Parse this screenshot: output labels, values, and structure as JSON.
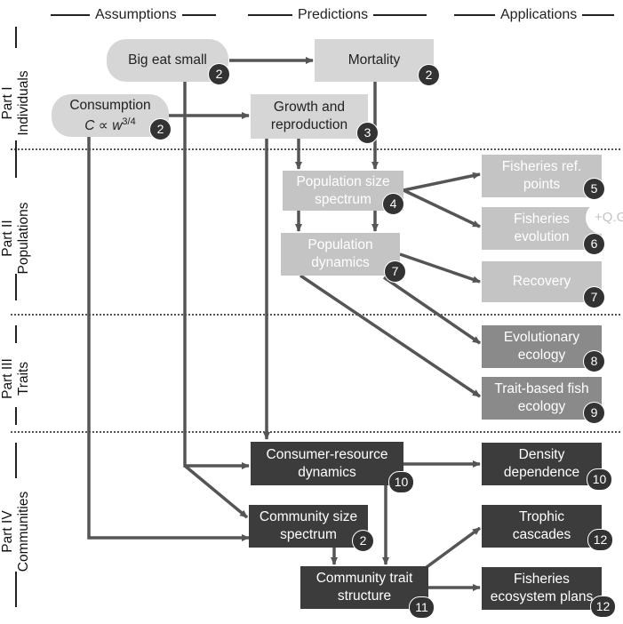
{
  "headers": {
    "assumptions": "Assumptions",
    "predictions": "Predictions",
    "applications": "Applications"
  },
  "parts": [
    {
      "name": "Part I",
      "subtitle": "Individuals"
    },
    {
      "name": "Part II",
      "subtitle": "Populations"
    },
    {
      "name": "Part III",
      "subtitle": "Traits"
    },
    {
      "name": "Part IV",
      "subtitle": "Communities"
    }
  ],
  "nodes": {
    "big_eat_small": {
      "label": "Big eat small",
      "chapter": "2"
    },
    "consumption": {
      "label": "Consumption",
      "formula_c": "C",
      "formula_prop": " ∝ ",
      "formula_w": "w",
      "formula_exp": "3/4",
      "chapter": "2"
    },
    "mortality": {
      "label": "Mortality",
      "chapter": "2"
    },
    "growth": {
      "label_line1": "Growth and",
      "label_line2": "reproduction",
      "chapter": "3"
    },
    "pop_size_spectrum": {
      "label_line1": "Population size",
      "label_line2": "spectrum",
      "chapter": "4"
    },
    "pop_dynamics": {
      "label_line1": "Population",
      "label_line2": "dynamics",
      "chapter": "7"
    },
    "fisheries_ref": {
      "label_line1": "Fisheries ref.",
      "label_line2": "points",
      "chapter": "5"
    },
    "fisheries_evol": {
      "label_line1": "Fisheries",
      "label_line2": "evolution",
      "chapter": "6",
      "extra": "+Q.G"
    },
    "recovery": {
      "label": "Recovery",
      "chapter": "7"
    },
    "evo_ecology": {
      "label_line1": "Evolutionary",
      "label_line2": "ecology",
      "chapter": "8"
    },
    "trait_fish": {
      "label_line1": "Trait-based fish",
      "label_line2": "ecology",
      "chapter": "9"
    },
    "consumer_resource": {
      "label_line1": "Consumer-resource",
      "label_line2": "dynamics",
      "chapter": "10"
    },
    "density_dep": {
      "label_line1": "Density",
      "label_line2": "dependence",
      "chapter": "10"
    },
    "community_size": {
      "label_line1": "Community size",
      "label_line2": "spectrum",
      "chapter": "2"
    },
    "trophic_cascades": {
      "label_line1": "Trophic",
      "label_line2": "cascades",
      "chapter": "12"
    },
    "community_trait": {
      "label_line1": "Community trait",
      "label_line2": "structure",
      "chapter": "11"
    },
    "ecosystem_plans": {
      "label_line1": "Fisheries",
      "label_line2": "ecosystem plans",
      "chapter": "12"
    }
  },
  "colors": {
    "light": "#d6d6d6",
    "grey": "#c4c4c4",
    "mid": "#8a8a8a",
    "dark": "#3c3c3c",
    "arrow": "#555555"
  }
}
